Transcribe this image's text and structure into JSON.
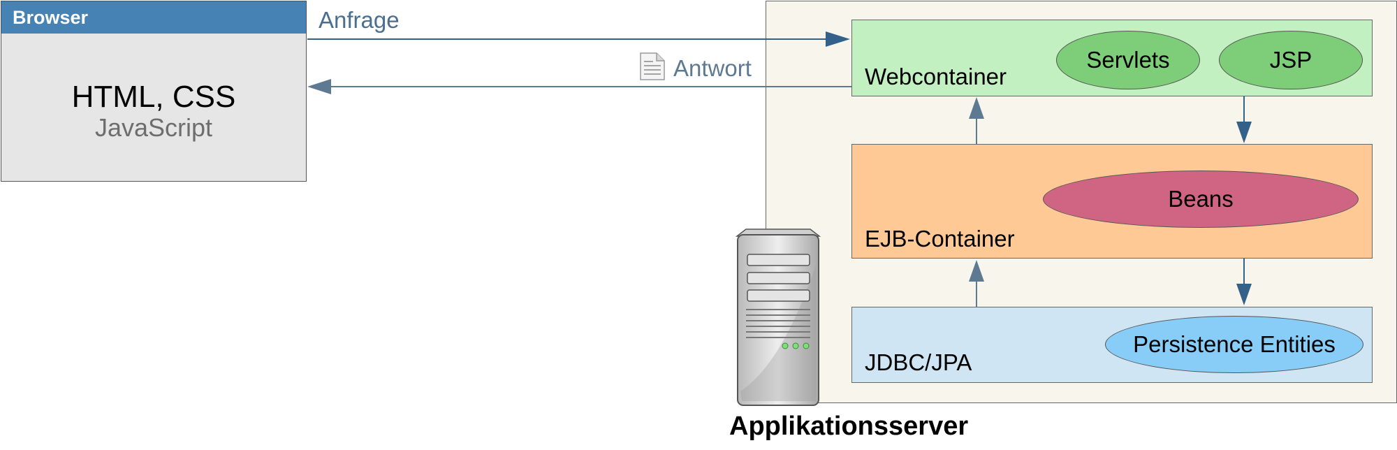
{
  "browser": {
    "title": "Browser",
    "main_text": "HTML, CSS",
    "sub_text": "JavaScript"
  },
  "arrows": {
    "request_label": "Anfrage",
    "response_label": "Antwort"
  },
  "server": {
    "caption": "Applikationsserver",
    "layers": {
      "web": {
        "label": "Webcontainer",
        "components": [
          "Servlets",
          "JSP"
        ]
      },
      "ejb": {
        "label": "EJB-Container",
        "components": [
          "Beans"
        ]
      },
      "jdbc": {
        "label": "JDBC/JPA",
        "components": [
          "Persistence Entities"
        ]
      }
    }
  },
  "colors": {
    "browser_header": "#4682b4",
    "browser_body": "#e6e6e6",
    "web_layer": "#c3f0c0",
    "ejb_layer": "#ffc995",
    "jdbc_layer": "#d0e5f4",
    "servlet_jsp": "#7ecd78",
    "beans": "#d06583",
    "entities": "#87cdf7",
    "arrow": "#34618a"
  },
  "icons": {
    "document": "document-icon",
    "server": "server-tower-icon"
  }
}
